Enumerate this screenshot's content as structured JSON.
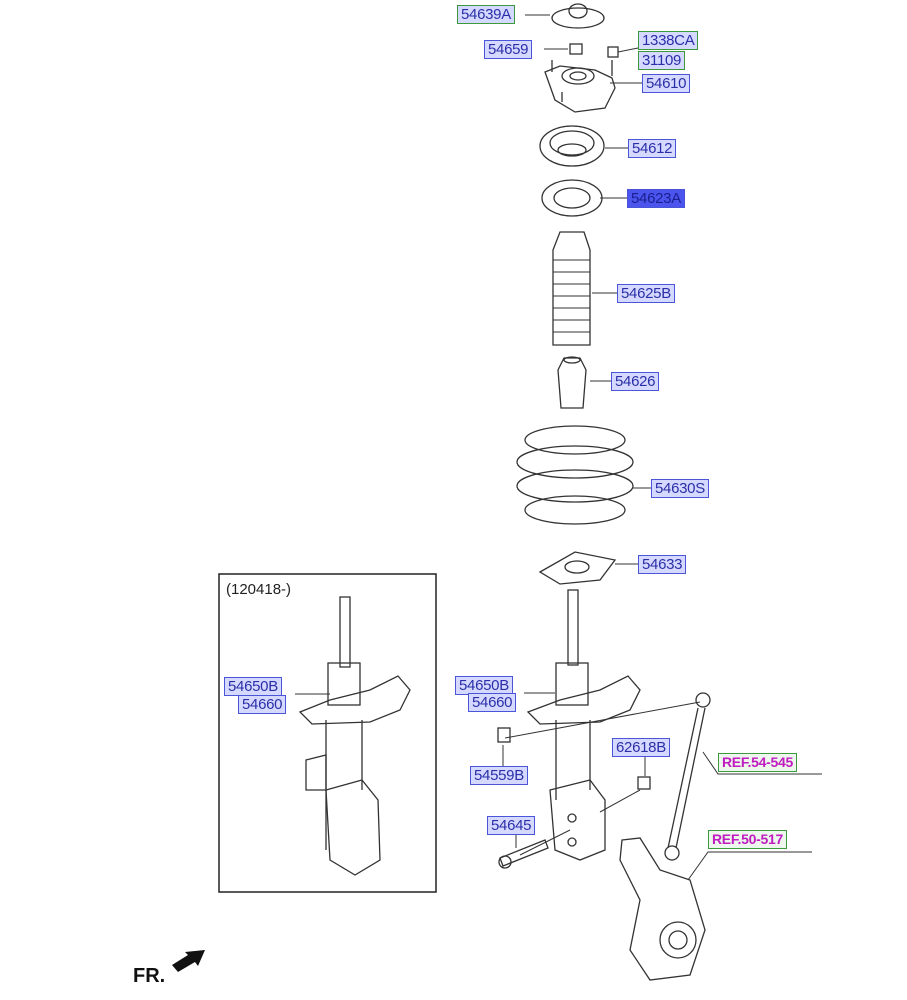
{
  "parts": {
    "p54639A": "54639A",
    "p54659": "54659",
    "p1338CA": "1338CA",
    "p31109": "31109",
    "p54610": "54610",
    "p54612": "54612",
    "p54623A": "54623A",
    "p54625B": "54625B",
    "p54626": "54626",
    "p54630S": "54630S",
    "p54633": "54633",
    "p54650B": "54650B",
    "p54660": "54660",
    "p54559B": "54559B",
    "p62618B": "62618B",
    "p54645": "54645",
    "ref54545": "REF.54-545",
    "ref50517": "REF.50-517"
  },
  "inset": {
    "title": "(120418-)",
    "p54650B": "54650B",
    "p54660": "54660"
  },
  "direction": "FR.",
  "selected_part": "54623A",
  "colors": {
    "label_bg": "#d6d9ff",
    "label_border": "#4a55d8",
    "selected_bg": "#4b55ee",
    "ref_text": "#c01cc0",
    "green_border": "#3c9a3c"
  }
}
